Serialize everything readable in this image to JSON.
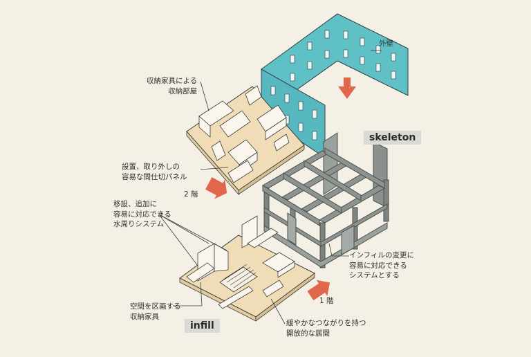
{
  "labels": {
    "outer_wall": "外壁",
    "storage_room": [
      "収納家具による",
      "収納部屋"
    ],
    "partition_panel": [
      "設置、取り外しの",
      "容易な間仕切パネル"
    ],
    "floor2": "2 階",
    "floor1": "1 階",
    "wet_area": [
      "移設、追加に",
      "容易に対応できる",
      "水周りシステム"
    ],
    "infill_system": [
      "インフィルの変更に",
      "容易に対応できる",
      "システムとする"
    ],
    "dividing_furniture": [
      "空間を区画する",
      "収納家具"
    ],
    "open_living": [
      "緩やかなつながりを持つ",
      "開放的な居間"
    ]
  },
  "badges": {
    "skeleton": "skeleton",
    "infill": "infill"
  },
  "colors": {
    "background": "#f4f0e6",
    "wall_teal": "#5fc1c6",
    "floor_beige": "#f0ddb8",
    "arrow_red": "#e2664c",
    "frame_gray": "#8d938f",
    "badge_gray": "#d9d9d6"
  }
}
